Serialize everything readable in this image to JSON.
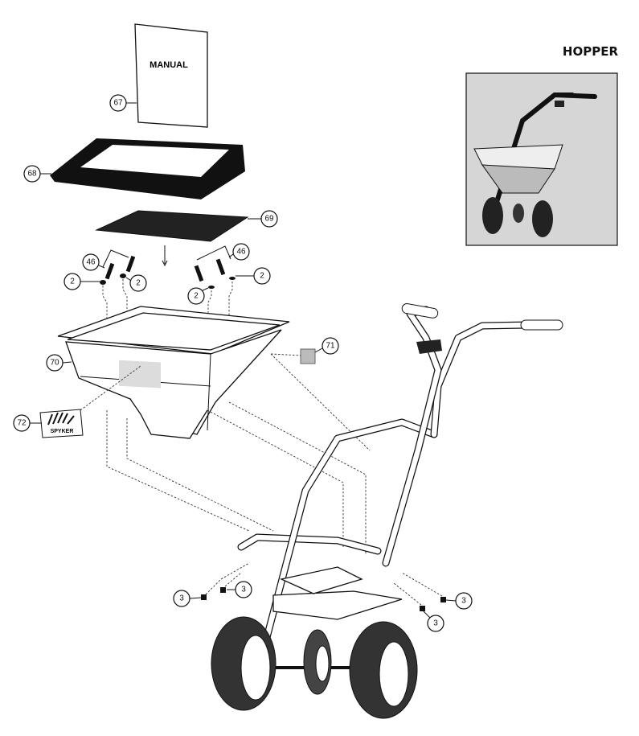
{
  "title": "HOPPER",
  "manual_label": "MANUAL",
  "logo_text": "SPYKER",
  "callouts": {
    "manual": "67",
    "hopper_lid_frame": "68",
    "screen": "69",
    "bolt_left": "46",
    "washer_left_a": "2",
    "washer_left_b": "2",
    "bolt_right": "46",
    "washer_right_a": "2",
    "washer_right_b": "2",
    "hopper": "70",
    "small_decal": "71",
    "logo_decal": "72",
    "nut_a": "3",
    "nut_b": "3",
    "nut_c": "3",
    "nut_d": "3"
  },
  "colors": {
    "inset_bg": "#d6d6d6",
    "decal_gray": "#dcdcdc"
  }
}
